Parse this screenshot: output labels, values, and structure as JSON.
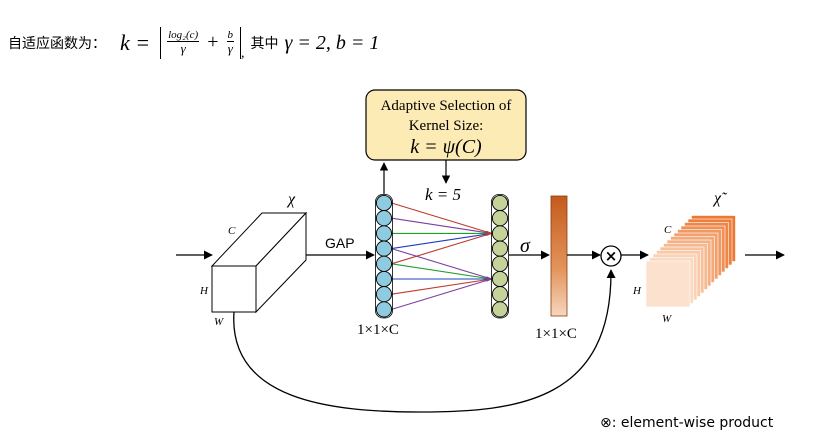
{
  "formula": {
    "prefix": "自适应函数为：",
    "k_eq": "k =",
    "frac1_num": "log₂(c)",
    "frac1_den": "γ",
    "plus": "+",
    "frac2_num": "b",
    "frac2_den": "γ",
    "comma": ",",
    "mid": "其中",
    "condition": "γ = 2,  b = 1"
  },
  "diagram": {
    "selection_box": {
      "line1": "Adaptive Selection of",
      "line2": "Kernel Size:",
      "line3": "k = ψ(C)"
    },
    "k_label": "k = 5",
    "chi_label": "χ",
    "chi_tilde_label": "χ̃",
    "gap_label": "GAP",
    "sigma_label": "σ",
    "input_dims": {
      "c": "C",
      "h": "H",
      "w": "W"
    },
    "output_dims": {
      "c": "C",
      "h": "H",
      "w": "W"
    },
    "vec_label_1": "1×1×C",
    "vec_label_2": "1×1×C",
    "multiply_symbol": "×",
    "legend": "⊗: element-wise product",
    "colors": {
      "left_circles": "#8ecae0",
      "right_circles": "#c5d39a",
      "selection_box": "#fdebb5",
      "weight_bar": "#d3732e",
      "output_tensor": "#f0843c"
    },
    "connection_colors": [
      "#c0392b",
      "#7b3f9e",
      "#1f9e2a",
      "#1f3fbf"
    ]
  }
}
